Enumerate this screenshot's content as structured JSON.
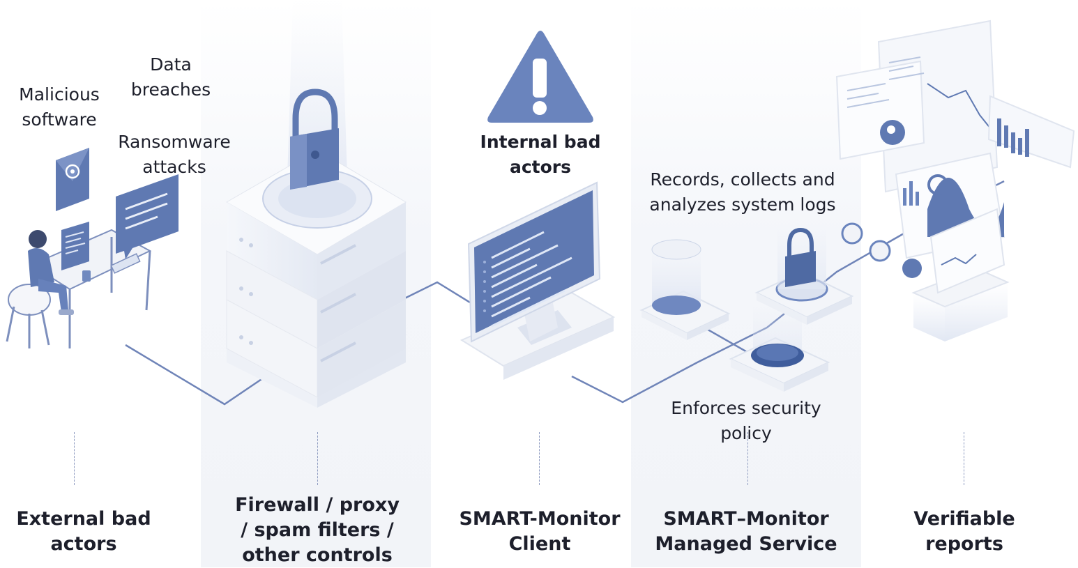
{
  "colors": {
    "accent": "#6b86bd",
    "accent_dark": "#4f6aa3",
    "line": "#6f84b8",
    "text": "#1d1f2b"
  },
  "threats": {
    "malicious_software": "Malicious\nsoftware",
    "data_breaches": "Data\nbreaches",
    "ransomware": "Ransomware\nattacks"
  },
  "internal": {
    "label": "Internal bad\nactors"
  },
  "service_notes": {
    "records": "Records, collects and\nanalyzes system logs",
    "enforces": "Enforces security\npolicy"
  },
  "columns": [
    {
      "caption": "External bad\nactors"
    },
    {
      "caption": "Firewall / proxy\n/ spam filters /\nother controls"
    },
    {
      "caption": "SMART-Monitor\nClient"
    },
    {
      "caption": "SMART–Monitor\nManaged Service"
    },
    {
      "caption": "Verifiable\nreports"
    }
  ],
  "icons": {
    "email": "email-icon",
    "chat": "chat-icon",
    "warning": "warning-icon",
    "lock": "lock-icon"
  }
}
